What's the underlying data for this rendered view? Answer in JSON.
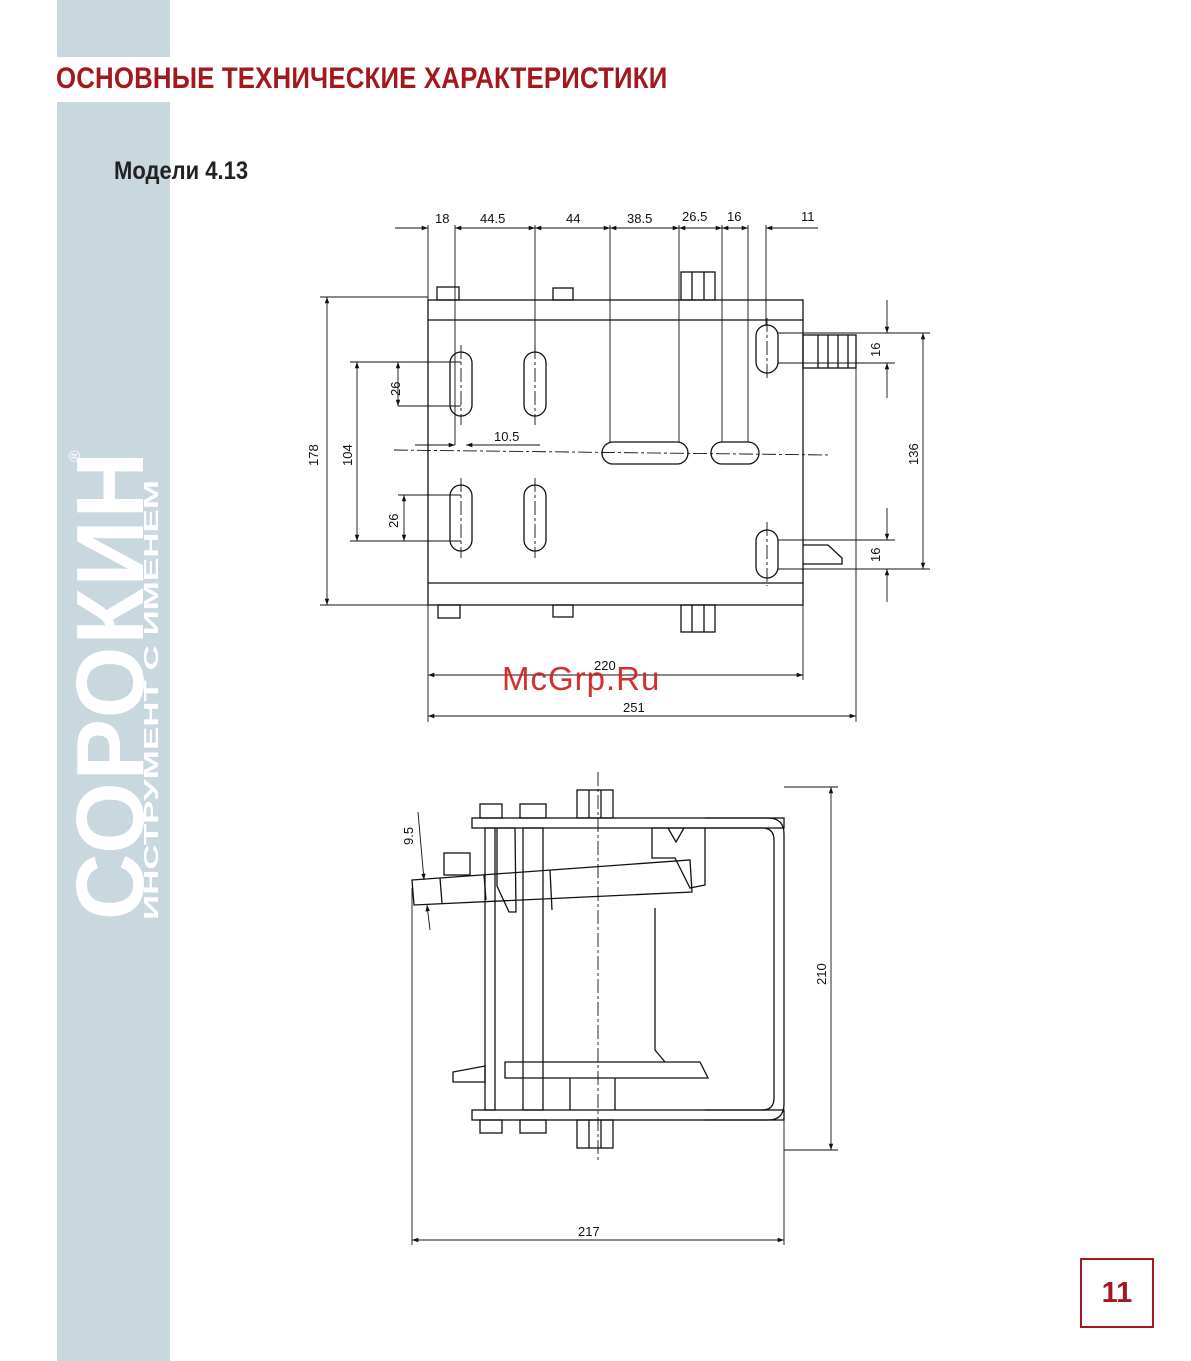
{
  "page": {
    "heading": "ОСНОВНЫЕ ТЕХНИЧЕСКИЕ ХАРАКТЕРИСТИКИ",
    "subheading": "Модели 4.13",
    "page_number": "11",
    "watermark": "McGrp.Ru"
  },
  "brand": {
    "logo_text": "СОРОКИН",
    "slogan": "ИНСТРУМЕНТ С ИМЕНЕМ",
    "registered_mark": "®",
    "accent_color": "#a3181c",
    "sidebar_color": "#c9d7de"
  },
  "top_view": {
    "top_dims": [
      "18",
      "44.5",
      "44",
      "38.5",
      "26.5",
      "16",
      "11"
    ],
    "left_dims": {
      "overall": "178",
      "inner": "104",
      "slot_upper": "26",
      "slot_lower": "26"
    },
    "center_dim": "10.5",
    "right_dims": {
      "overall": "136",
      "upper": "16",
      "lower": "16"
    },
    "bottom_dims": {
      "inner": "220",
      "overall": "251"
    }
  },
  "side_view": {
    "angle_dim": "9.5",
    "height_dim": "210",
    "width_dim": "217"
  }
}
